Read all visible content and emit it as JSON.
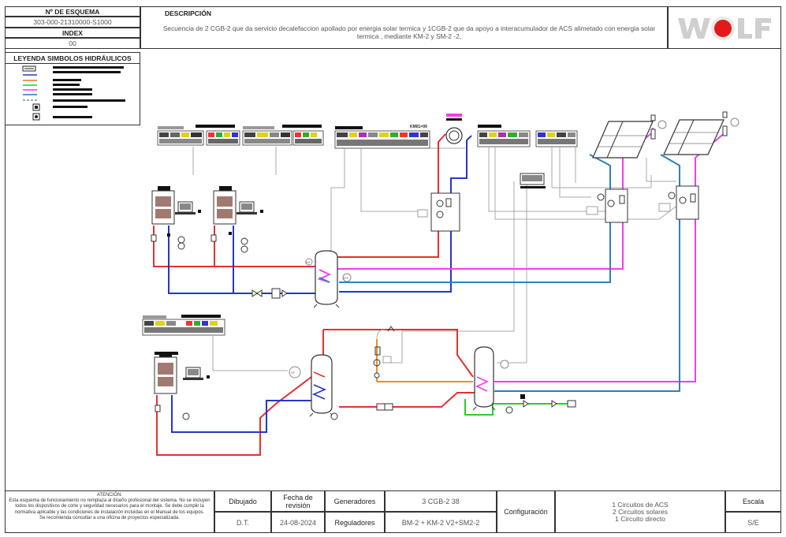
{
  "header": {
    "schema_label": "Nº DE ESQUEMA",
    "schema_number": "303-000-21310000-S1000",
    "index_label": "INDEX",
    "index_value": "00",
    "description_label": "DESCRIPCIÓN",
    "description_text": "Secuencia de 2  CGB-2  que da servicio decalefaccion  apollado por energia solar termica y 1CGB-2 que da apoyo a interacumulador de ACS alimetado con energia solar termica , mediante KM-2 y SM-2 -2,",
    "logo_text": "WOLF"
  },
  "legend": {
    "title": "LEYENDA SIMBOLOS HIDRÁULICOS",
    "colors": [
      "#1a1a1a",
      "#1f3fcc",
      "#e07a1a",
      "#2fc52f",
      "#ee33ee",
      "#2277bb"
    ]
  },
  "diagram": {
    "km_label": "KM01=09",
    "sensors": [
      "SAF",
      "SPS",
      "SF"
    ],
    "colors": {
      "red": "#e53030",
      "blue": "#2436c8",
      "magenta": "#f23cf2",
      "steel": "#2f7fc0",
      "orange": "#f08c28",
      "green": "#2ecb2e",
      "grey": "#aaaaaa"
    }
  },
  "footer": {
    "attention_title": "ATENCIÓN:",
    "attention_text": "Esta esquema de funcionamiento no remplaza al diseño profesional del sistema. No se incluyen todos los dispositivos de corte y seguridad necesarios para el montaje. Se debe cumplir la normativa aplicable y las condiciones de instalación incluidas en el Manual de los equipos.",
    "attention_note": "Se recomienda consultar a una oficina de proyectos especializada.",
    "drawn_label": "Dibujado",
    "drawn_value": "D.T.",
    "revision_label": "Fecha de revisión",
    "revision_value": "24-08-2024",
    "generators_label": "Generadores",
    "generators_value": "3 CGB-2 38",
    "regulators_label": "Reguladores",
    "regulators_value": "BM-2 + KM-2 V2+SM2-2",
    "config_label": "Configuración",
    "config_lines": [
      "1 Circuitos de ACS",
      "2 Circuitos solares",
      "1 Circuito directo"
    ],
    "scale_label": "Escala",
    "scale_value": "S/E"
  }
}
